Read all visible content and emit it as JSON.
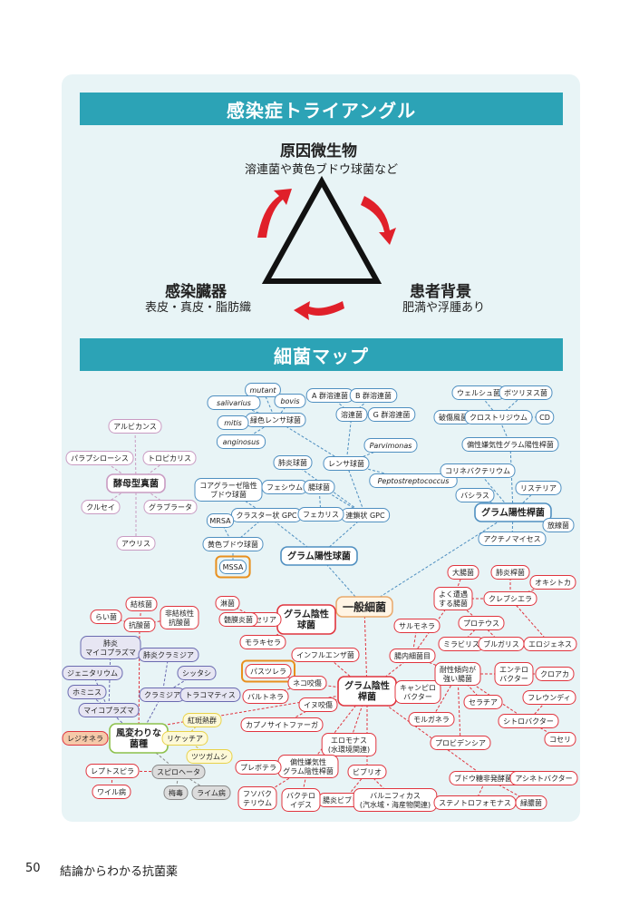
{
  "triangle": {
    "title": "感染症トライアングル",
    "top": {
      "label": "原因微生物",
      "sub": "溶連菌や黄色ブドウ球菌など"
    },
    "left": {
      "label": "感染臓器",
      "sub": "表皮・真皮・脂肪織"
    },
    "right": {
      "label": "患者背景",
      "sub": "肥満や浮腫あり"
    }
  },
  "map": {
    "title": "細菌マップ",
    "nodes": [
      {
        "id": "center",
        "t": "一般細菌",
        "s": "center"
      },
      {
        "id": "gpc",
        "t": "グラム陽性球菌",
        "s": "blue"
      },
      {
        "id": "cluster",
        "t": "クラスター状 GPC",
        "s": "blue"
      },
      {
        "id": "chain",
        "t": "連鎖状 GPC",
        "s": "blue"
      },
      {
        "id": "coag",
        "t": "コアグラーゼ陰性\nブドウ球菌",
        "s": "blue"
      },
      {
        "id": "mrsa",
        "t": "MRSA",
        "s": "blue"
      },
      {
        "id": "sa",
        "t": "黄色ブドウ球菌",
        "s": "blue"
      },
      {
        "id": "mssa",
        "t": "MSSA",
        "s": "blue_hl"
      },
      {
        "id": "faecium",
        "t": "フェシウム",
        "s": "blue"
      },
      {
        "id": "entero",
        "t": "腸球菌",
        "s": "blue"
      },
      {
        "id": "faecalis",
        "t": "フェカリス",
        "s": "blue"
      },
      {
        "id": "pneumo",
        "t": "肺炎球菌",
        "s": "blue"
      },
      {
        "id": "lancet",
        "t": "レンサ球菌",
        "s": "blue"
      },
      {
        "id": "viridans",
        "t": "緑色レンサ球菌",
        "s": "blue"
      },
      {
        "id": "mutant",
        "t": "mutant",
        "s": "blue",
        "i": true
      },
      {
        "id": "salivarius",
        "t": "salivarius",
        "s": "blue",
        "i": true
      },
      {
        "id": "bovis",
        "t": "bovis",
        "s": "blue",
        "i": true
      },
      {
        "id": "mitis",
        "t": "mitis",
        "s": "blue",
        "i": true
      },
      {
        "id": "anginosus",
        "t": "anginosus",
        "s": "blue",
        "i": true
      },
      {
        "id": "parvi",
        "t": "Parvimonas",
        "s": "blue",
        "i": true
      },
      {
        "id": "pepto",
        "t": "Peptostreptococcus",
        "s": "blue",
        "i": true
      },
      {
        "id": "hemo",
        "t": "溶連菌",
        "s": "blue"
      },
      {
        "id": "grpA",
        "t": "A 群溶連菌",
        "s": "blue"
      },
      {
        "id": "grpB",
        "t": "B 群溶連菌",
        "s": "blue"
      },
      {
        "id": "grpG",
        "t": "G 群溶連菌",
        "s": "blue"
      },
      {
        "id": "gpr",
        "t": "グラム陽性桿菌",
        "s": "blue"
      },
      {
        "id": "welchii",
        "t": "ウェルシュ菌",
        "s": "blue"
      },
      {
        "id": "botul",
        "t": "ボツリヌス菌",
        "s": "blue"
      },
      {
        "id": "tetanus",
        "t": "破傷風菌",
        "s": "blue"
      },
      {
        "id": "clostri",
        "t": "クロストリジウム",
        "s": "blue"
      },
      {
        "id": "cd",
        "t": "CD",
        "s": "blue"
      },
      {
        "id": "anaer",
        "t": "偏性嫌気性グラム陽性桿菌",
        "s": "blue"
      },
      {
        "id": "coryne",
        "t": "コリネバクテリウム",
        "s": "blue"
      },
      {
        "id": "bacillus",
        "t": "バシラス",
        "s": "blue"
      },
      {
        "id": "listeria",
        "t": "リステリア",
        "s": "blue"
      },
      {
        "id": "actino",
        "t": "アクチノマイセス",
        "s": "blue"
      },
      {
        "id": "nocardia",
        "t": "放線菌",
        "s": "blue"
      },
      {
        "id": "gnc",
        "t": "グラム陰性\n球菌",
        "s": "red"
      },
      {
        "id": "neis",
        "t": "ナイセリア",
        "s": "red"
      },
      {
        "id": "gono",
        "t": "淋菌",
        "s": "red"
      },
      {
        "id": "mening",
        "t": "髄膜炎菌",
        "s": "red"
      },
      {
        "id": "morax",
        "t": "モラキセラ",
        "s": "red"
      },
      {
        "id": "gnr",
        "t": "グラム陰性\n桿菌",
        "s": "red"
      },
      {
        "id": "flu",
        "t": "インフルエンザ菌",
        "s": "red"
      },
      {
        "id": "legion",
        "t": "レジオネラ",
        "s": "orange_red"
      },
      {
        "id": "pastur",
        "t": "パスツレラ",
        "s": "red_hl"
      },
      {
        "id": "cat",
        "t": "ネコ咬傷",
        "s": "red"
      },
      {
        "id": "bartonella",
        "t": "バルトネラ",
        "s": "red"
      },
      {
        "id": "dog",
        "t": "イヌ咬傷",
        "s": "red"
      },
      {
        "id": "capno",
        "t": "カプノサイトファーガ",
        "s": "red"
      },
      {
        "id": "campy",
        "t": "キャンピロ\nバクター",
        "s": "red"
      },
      {
        "id": "aeromonas",
        "t": "エロモナス\n(水環境関連)",
        "s": "red"
      },
      {
        "id": "vibrio",
        "t": "ビブリオ",
        "s": "red"
      },
      {
        "id": "vulni",
        "t": "腸炎ビブリオ",
        "s": "red"
      },
      {
        "id": "vulnificus",
        "t": "バルニフィカス\n(汽水域・海産物関連)",
        "s": "red"
      },
      {
        "id": "anaer_gnr",
        "t": "偏性嫌気性\nグラム陰性桿菌",
        "s": "red"
      },
      {
        "id": "prevotella",
        "t": "プレボテラ",
        "s": "red"
      },
      {
        "id": "fuso",
        "t": "フソバク\nテリウム",
        "s": "red"
      },
      {
        "id": "bactero",
        "t": "バクテロ\nイデス",
        "s": "red"
      },
      {
        "id": "glucnf",
        "t": "ブドウ糖非発酵菌群",
        "s": "red"
      },
      {
        "id": "acineto",
        "t": "アシネトバクター",
        "s": "red"
      },
      {
        "id": "steno",
        "t": "ステノトロフォモナス",
        "s": "red"
      },
      {
        "id": "pseudo",
        "t": "緑膿菌",
        "s": "red"
      },
      {
        "id": "enterob",
        "t": "腸内細菌目",
        "s": "red"
      },
      {
        "id": "common",
        "t": "よく遭遇\nする腸菌",
        "s": "red"
      },
      {
        "id": "ecoli",
        "t": "大腸菌",
        "s": "red"
      },
      {
        "id": "kleb",
        "t": "クレブシエラ",
        "s": "red"
      },
      {
        "id": "kpneu",
        "t": "肺炎桿菌",
        "s": "red"
      },
      {
        "id": "oxytoca",
        "t": "オキシトカ",
        "s": "red"
      },
      {
        "id": "proteus",
        "t": "プロテウス",
        "s": "red"
      },
      {
        "id": "mirab",
        "t": "ミラビリス",
        "s": "red"
      },
      {
        "id": "vulg",
        "t": "ブルガリス",
        "s": "red"
      },
      {
        "id": "aerog",
        "t": "エロジェネス",
        "s": "red"
      },
      {
        "id": "salm",
        "t": "サルモネラ",
        "s": "red"
      },
      {
        "id": "resist",
        "t": "耐性傾向が\n強い腸菌",
        "s": "red"
      },
      {
        "id": "enterobac",
        "t": "エンテロ\nバクター",
        "s": "red"
      },
      {
        "id": "cloacae",
        "t": "クロアカ",
        "s": "red"
      },
      {
        "id": "serratia",
        "t": "セラチア",
        "s": "red"
      },
      {
        "id": "morg",
        "t": "モルガネラ",
        "s": "red"
      },
      {
        "id": "provid",
        "t": "プロビデンシア",
        "s": "red"
      },
      {
        "id": "citro",
        "t": "シトロバクター",
        "s": "red"
      },
      {
        "id": "freundii",
        "t": "フレウンディ",
        "s": "red"
      },
      {
        "id": "koseri",
        "t": "コセリ",
        "s": "red"
      },
      {
        "id": "fungi",
        "t": "酵母型真菌",
        "s": "pink"
      },
      {
        "id": "albicans",
        "t": "アルビカンス",
        "s": "pink"
      },
      {
        "id": "parap",
        "t": "パラプシローシス",
        "s": "pink"
      },
      {
        "id": "tropic",
        "t": "トロピカリス",
        "s": "pink"
      },
      {
        "id": "krusei",
        "t": "クルセイ",
        "s": "pink"
      },
      {
        "id": "glab",
        "t": "グラブラータ",
        "s": "pink"
      },
      {
        "id": "auris",
        "t": "アウリス",
        "s": "pink"
      },
      {
        "id": "unusual",
        "t": "風変わりな\n菌種",
        "s": "green"
      },
      {
        "id": "tb",
        "t": "結核菌",
        "s": "red"
      },
      {
        "id": "lep",
        "t": "らい菌",
        "s": "red"
      },
      {
        "id": "afb",
        "t": "抗酸菌",
        "s": "red"
      },
      {
        "id": "ntm",
        "t": "非結核性\n抗酸菌",
        "s": "red"
      },
      {
        "id": "mycoplasma",
        "t": "肺炎\nマイコプラズマ",
        "s": "purple"
      },
      {
        "id": "genital",
        "t": "ジェニタリウム",
        "s": "purple"
      },
      {
        "id": "hominis",
        "t": "ホミニス",
        "s": "purple"
      },
      {
        "id": "mycop",
        "t": "マイコプラズマ",
        "s": "purple"
      },
      {
        "id": "chlamydp",
        "t": "肺炎クラミジア",
        "s": "purple"
      },
      {
        "id": "psittaci",
        "t": "シッタシ",
        "s": "purple"
      },
      {
        "id": "chlamydia",
        "t": "クラミジア",
        "s": "purple"
      },
      {
        "id": "trach",
        "t": "トラコマティス",
        "s": "purple"
      },
      {
        "id": "rick",
        "t": "リケッチア",
        "s": "yellow"
      },
      {
        "id": "spotted",
        "t": "紅斑熱群",
        "s": "yellow"
      },
      {
        "id": "tsutsu",
        "t": "ツツガムシ",
        "s": "yellow"
      },
      {
        "id": "spiro",
        "t": "スピロヘータ",
        "s": "gray"
      },
      {
        "id": "lepto",
        "t": "レプトスピラ",
        "s": "red"
      },
      {
        "id": "weil",
        "t": "ワイル病",
        "s": "red"
      },
      {
        "id": "syph",
        "t": "梅毒",
        "s": "gray"
      },
      {
        "id": "lyme",
        "t": "ライム病",
        "s": "gray"
      }
    ],
    "edges": [
      [
        "center",
        "gpc"
      ],
      [
        "gpc",
        "cluster"
      ],
      [
        "gpc",
        "chain"
      ],
      [
        "cluster",
        "coag"
      ],
      [
        "cluster",
        "sa"
      ],
      [
        "sa",
        "mrsa"
      ],
      [
        "sa",
        "mssa"
      ],
      [
        "chain",
        "entero"
      ],
      [
        "entero",
        "faecium"
      ],
      [
        "entero",
        "faecalis"
      ],
      [
        "chain",
        "pneumo"
      ],
      [
        "chain",
        "lancet"
      ],
      [
        "lancet",
        "viridans"
      ],
      [
        "viridans",
        "mutant"
      ],
      [
        "viridans",
        "salivarius"
      ],
      [
        "viridans",
        "bovis"
      ],
      [
        "viridans",
        "mitis"
      ],
      [
        "viridans",
        "anginosus"
      ],
      [
        "lancet",
        "parvi"
      ],
      [
        "lancet",
        "pepto"
      ],
      [
        "lancet",
        "hemo"
      ],
      [
        "hemo",
        "grpA"
      ],
      [
        "hemo",
        "grpB"
      ],
      [
        "hemo",
        "grpG"
      ],
      [
        "center",
        "gpr"
      ],
      [
        "gpr",
        "coryne"
      ],
      [
        "gpr",
        "bacillus"
      ],
      [
        "gpr",
        "listeria"
      ],
      [
        "gpr",
        "actino"
      ],
      [
        "gpr",
        "nocardia"
      ],
      [
        "gpr",
        "anaer"
      ],
      [
        "anaer",
        "clostri"
      ],
      [
        "clostri",
        "welchii"
      ],
      [
        "clostri",
        "botul"
      ],
      [
        "clostri",
        "tetanus"
      ],
      [
        "clostri",
        "cd"
      ],
      [
        "center",
        "gnc"
      ],
      [
        "gnc",
        "neis"
      ],
      [
        "neis",
        "gono"
      ],
      [
        "neis",
        "mening"
      ],
      [
        "gnc",
        "morax"
      ],
      [
        "center",
        "gnr"
      ],
      [
        "gnr",
        "flu"
      ],
      [
        "gnr",
        "legion"
      ],
      [
        "gnr",
        "cat"
      ],
      [
        "cat",
        "pastur"
      ],
      [
        "cat",
        "bartonella"
      ],
      [
        "gnr",
        "dog"
      ],
      [
        "dog",
        "capno"
      ],
      [
        "gnr",
        "campy"
      ],
      [
        "gnr",
        "aeromonas"
      ],
      [
        "gnr",
        "vibrio"
      ],
      [
        "vibrio",
        "vulni"
      ],
      [
        "vibrio",
        "vulnificus"
      ],
      [
        "gnr",
        "anaer_gnr"
      ],
      [
        "anaer_gnr",
        "prevotella"
      ],
      [
        "anaer_gnr",
        "fuso"
      ],
      [
        "anaer_gnr",
        "bactero"
      ],
      [
        "gnr",
        "glucnf"
      ],
      [
        "glucnf",
        "acineto"
      ],
      [
        "glucnf",
        "steno"
      ],
      [
        "glucnf",
        "pseudo"
      ],
      [
        "gnr",
        "enterob"
      ],
      [
        "enterob",
        "salm"
      ],
      [
        "enterob",
        "common"
      ],
      [
        "common",
        "ecoli"
      ],
      [
        "common",
        "kleb"
      ],
      [
        "kleb",
        "kpneu"
      ],
      [
        "kleb",
        "oxytoca"
      ],
      [
        "common",
        "proteus"
      ],
      [
        "proteus",
        "mirab"
      ],
      [
        "proteus",
        "vulg"
      ],
      [
        "kleb",
        "aerog"
      ],
      [
        "enterob",
        "resist"
      ],
      [
        "resist",
        "enterobac"
      ],
      [
        "enterobac",
        "cloacae"
      ],
      [
        "resist",
        "serratia"
      ],
      [
        "resist",
        "morg"
      ],
      [
        "resist",
        "provid"
      ],
      [
        "resist",
        "citro"
      ],
      [
        "citro",
        "freundii"
      ],
      [
        "citro",
        "koseri"
      ],
      [
        "fungi",
        "albicans"
      ],
      [
        "fungi",
        "parap"
      ],
      [
        "fungi",
        "tropic"
      ],
      [
        "fungi",
        "krusei"
      ],
      [
        "fungi",
        "glab"
      ],
      [
        "fungi",
        "auris"
      ],
      [
        "unusual",
        "afb"
      ],
      [
        "afb",
        "tb"
      ],
      [
        "afb",
        "lep"
      ],
      [
        "afb",
        "ntm"
      ],
      [
        "unusual",
        "mycop"
      ],
      [
        "mycop",
        "mycoplasma"
      ],
      [
        "mycop",
        "genital"
      ],
      [
        "mycop",
        "hominis"
      ],
      [
        "unusual",
        "chlamydia"
      ],
      [
        "chlamydia",
        "chlamydp"
      ],
      [
        "chlamydia",
        "psittaci"
      ],
      [
        "chlamydia",
        "trach"
      ],
      [
        "unusual",
        "rick"
      ],
      [
        "rick",
        "spotted"
      ],
      [
        "rick",
        "tsutsu"
      ],
      [
        "unusual",
        "spiro"
      ],
      [
        "spiro",
        "lepto"
      ],
      [
        "lepto",
        "weil"
      ],
      [
        "spiro",
        "syph"
      ],
      [
        "spiro",
        "lyme"
      ],
      [
        "unusual",
        "legion"
      ]
    ]
  },
  "footer": {
    "page": "50",
    "title": "結論からわかる抗菌薬"
  },
  "colors": {
    "band": "#2ca3b6",
    "panel": "#e8f4f6",
    "red_stroke": "#e0343e",
    "blue_stroke": "#4f8fc0",
    "arrow": "#e0202a",
    "highlight": "#e8901e"
  }
}
